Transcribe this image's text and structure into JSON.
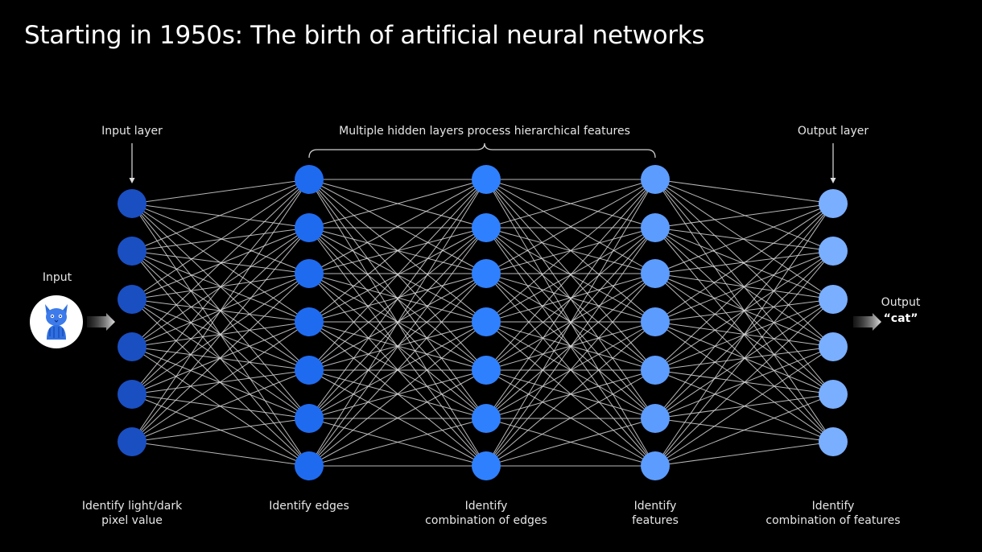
{
  "title": "Starting in 1950s: The birth of artificial neural networks",
  "labels": {
    "input_layer": "Input layer",
    "hidden_layers": "Multiple hidden layers process hierarchical features",
    "output_layer": "Output layer",
    "input": "Input",
    "output": "Output",
    "output_value": "“cat”"
  },
  "captions": [
    {
      "line1": "Identify light/dark",
      "line2": "pixel value"
    },
    {
      "line1": "Identify edges",
      "line2": ""
    },
    {
      "line1": "Identify",
      "line2": "combination of edges"
    },
    {
      "line1": "Identify",
      "line2": "features"
    },
    {
      "line1": "Identify",
      "line2": "combination of features"
    }
  ],
  "network": {
    "layer_node_counts": [
      6,
      7,
      7,
      7,
      6
    ],
    "layer_colors": [
      "#1a4fc2",
      "#1f6bf0",
      "#2f80ff",
      "#5c9cff",
      "#7aaeff"
    ],
    "edge_color": "#d8d8d8"
  },
  "icons": {
    "input_image": "cat-photo-icon",
    "arrows": "gradient-arrow-icon"
  }
}
